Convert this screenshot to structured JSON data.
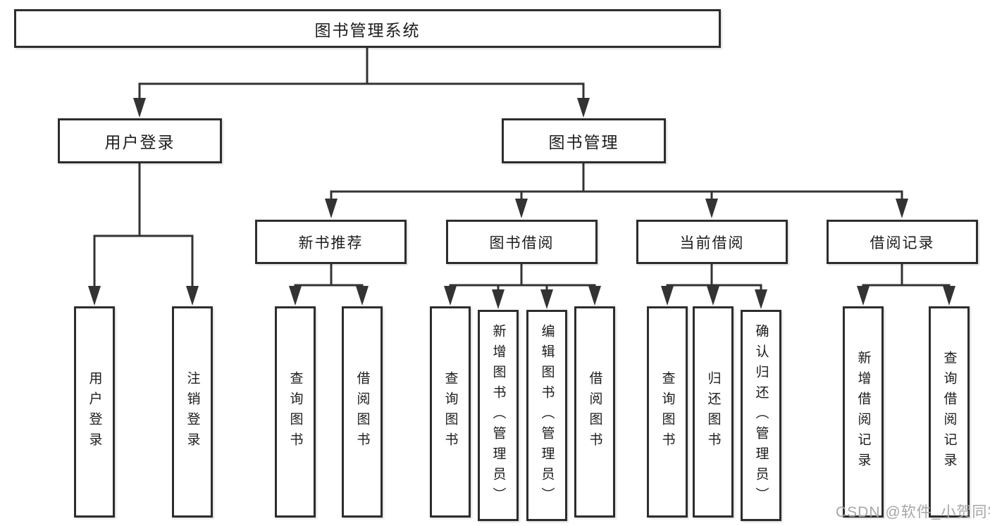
{
  "tree": {
    "root": {
      "label": "图书管理系统"
    },
    "branches": [
      {
        "label": "用户登录",
        "children": [
          {
            "label": "用户登录"
          },
          {
            "label": "注销登录"
          }
        ]
      },
      {
        "label": "图书管理",
        "children": [
          {
            "label": "新书推荐",
            "children": [
              {
                "label": "查询图书"
              },
              {
                "label": "借阅图书"
              }
            ]
          },
          {
            "label": "图书借阅",
            "children": [
              {
                "label": "查询图书"
              },
              {
                "label": "新增图书（管理员）"
              },
              {
                "label": "编辑图书（管理员）"
              },
              {
                "label": "借阅图书"
              }
            ]
          },
          {
            "label": "当前借阅",
            "children": [
              {
                "label": "查询图书"
              },
              {
                "label": "归还图书"
              },
              {
                "label": "确认归还（管理员）"
              }
            ]
          },
          {
            "label": "借阅记录",
            "children": [
              {
                "label": "新增借阅记录"
              },
              {
                "label": "查询借阅记录"
              }
            ]
          }
        ]
      }
    ]
  },
  "watermark": {
    "text": "CSDN @软件_小贺同学"
  },
  "colors": {
    "line": "#333333",
    "border": "#2d2d2d",
    "text": "#1c1c1c",
    "watermark": "#a6a6a6",
    "background": "#ffffff"
  }
}
